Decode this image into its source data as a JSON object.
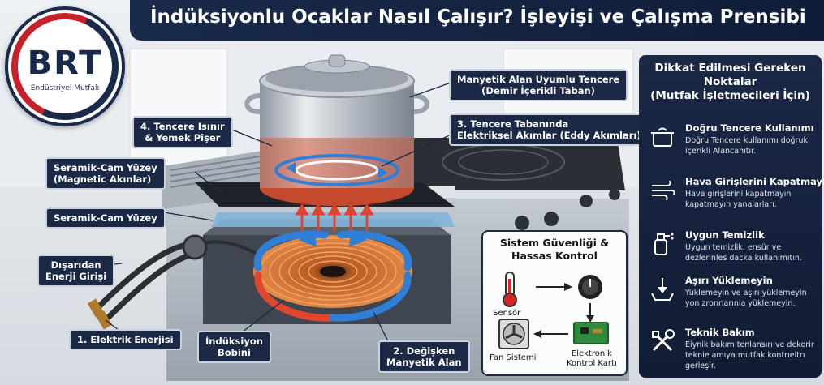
{
  "title": "İndüksiyonlu Ocaklar Nasıl Çalışır? İşleyişi ve Çalışma Prensibi",
  "logo": {
    "text": "BRT",
    "subtitle": "Endüstriyel Mutfak"
  },
  "labels": {
    "pot": "Manyetik Alan Uyumlu Tencere\n(Demir İçerikli Taban)",
    "heating": "4. Tencere Isınır\n& Yemek Pişer",
    "eddy": "3. Tencere Tabanında\nElektriksel Akımlar (Eddy Akımları)",
    "glass_magnetic": "Seramik-Cam Yüzey\n(Magnetic Akınlar)",
    "glass": "Seramik-Cam Yüzey",
    "input": "Dışarıdan\nEnerji Girişi",
    "electric": "1. Elektrik Enerjisi",
    "coil": "İndüksiyon\nBobini",
    "field": "2. Değişken\nManyetik Alan"
  },
  "control": {
    "title": "Sistem Güvenliği &\nHassas Kontrol",
    "sensor": "Sensör",
    "fan": "Fan Sistemi",
    "board": "Elektronik\nKontrol Kartı"
  },
  "side_panel": {
    "title": "Dikkat Edilmesi Gereken\nNoktalar\n(Mutfak İşletmecileri İçin)",
    "items": [
      {
        "icon": "pot-icon",
        "heading": "Doğru Tencere Kullanımı",
        "text": "Doğru Tencere kullanımı doğruk içerikli Alancanıtır."
      },
      {
        "icon": "air-vent-icon",
        "heading": "Hava Girişlerini Kapatmayın",
        "text": "Hava girişlerini kapatmayın kapatmayın yanalarları."
      },
      {
        "icon": "cleaning-spray-icon",
        "heading": "Uygun Temizlik",
        "text": "Uygun temizlik, ensür ve dezlerinles dacka kullanımıtın."
      },
      {
        "icon": "overload-warning-icon",
        "heading": "Aşırı Yüklemeyin",
        "text": "Yüklemeyin ve aşırı yüklemeyin yon zronrlarınia yüklemeyin."
      },
      {
        "icon": "wrench-tools-icon",
        "heading": "Teknik Bakım",
        "text": "Eiynik bakım tenlansırı ve dekorir teknie amıya mutfak kontrıeltrı gerleşir."
      }
    ]
  },
  "colors": {
    "navy": "#1b2846",
    "red": "#c6202a",
    "coil_copper": "#d9793a",
    "field_blue": "#2f7fd6",
    "heat_red": "#e0452f"
  }
}
